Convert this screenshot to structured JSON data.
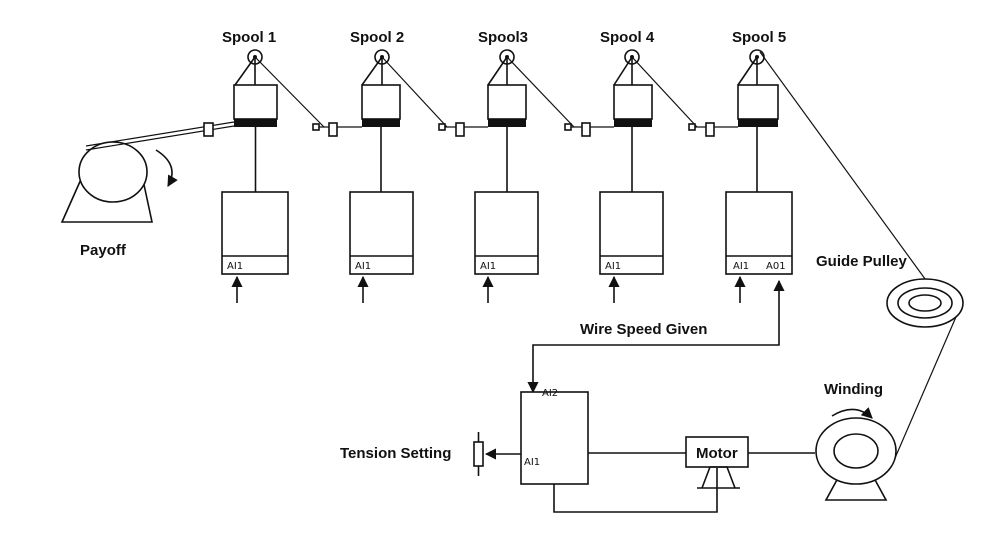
{
  "spools": [
    {
      "label": "Spool 1",
      "drive_input": "AI1",
      "drive_output": ""
    },
    {
      "label": "Spool 2",
      "drive_input": "AI1",
      "drive_output": ""
    },
    {
      "label": "Spool3",
      "drive_input": "AI1",
      "drive_output": ""
    },
    {
      "label": "Spool 4",
      "drive_input": "AI1",
      "drive_output": ""
    },
    {
      "label": "Spool 5",
      "drive_input": "AI1",
      "drive_output": "A01"
    }
  ],
  "payoff_label": "Payoff",
  "guide_pulley_label": "Guide Pulley",
  "wire_speed_label": "Wire Speed Given",
  "winding_label": "Winding",
  "tension_label": "Tension Setting",
  "motor_label": "Motor",
  "tension_controller": {
    "input_top": "AI2",
    "input_left": "AI1"
  }
}
